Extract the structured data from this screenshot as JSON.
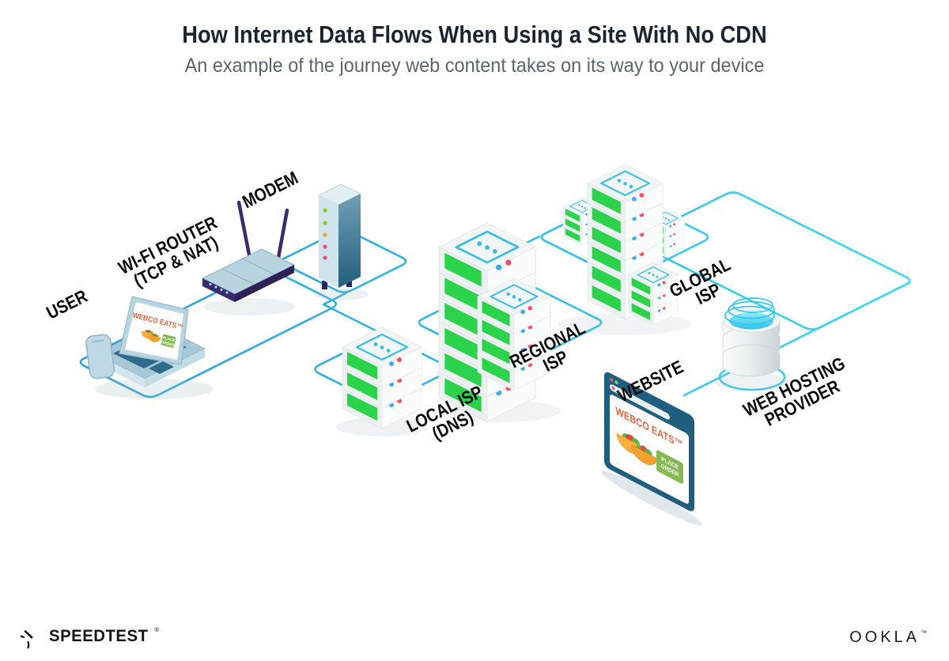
{
  "header": {
    "title": "How Internet Data Flows When Using a Site With No CDN",
    "subtitle": "An example of the journey web content takes on its way to your device"
  },
  "nodes": {
    "user": {
      "label": "USER"
    },
    "wifi_router": {
      "label_line1": "WI-FI ROUTER",
      "label_line2": "(TCP & NAT)"
    },
    "modem": {
      "label": "MODEM"
    },
    "local_isp": {
      "label_line1": "LOCAL ISP",
      "label_line2": "(DNS)"
    },
    "regional_isp": {
      "label_line1": "REGIONAL",
      "label_line2": "ISP"
    },
    "global_isp": {
      "label_line1": "GLOBAL",
      "label_line2": "ISP"
    },
    "website": {
      "label": "WEBSITE"
    },
    "web_hosting": {
      "label_line1": "WEB HOSTING",
      "label_line2": "PROVIDER"
    }
  },
  "website_screen": {
    "brand": "WEBCO EATS™",
    "order_button_line1": "PLACE",
    "order_button_line2": "ORDER"
  },
  "footer": {
    "speedtest_label": "SPEEDTEST",
    "speedtest_mark": "®",
    "ookla_label": "OOKLA",
    "ookla_mark": "™"
  },
  "colors": {
    "line_blue": "#2B9FDE",
    "line_cyan": "#40DCEC",
    "server_green": "#2BD34B",
    "cap_cyan": "#39BFE6",
    "brand_orange": "#E8643F",
    "browser_teal": "#1F5E7E",
    "button_green": "#85B954",
    "antenna_purple": "#3A2A6E"
  }
}
